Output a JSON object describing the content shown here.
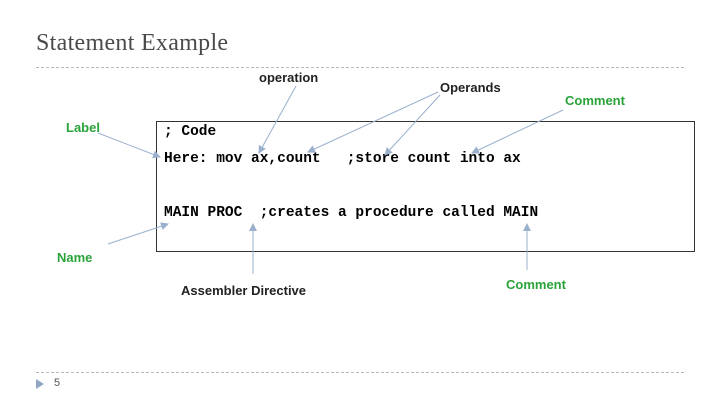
{
  "slide": {
    "title": "Statement Example",
    "page_number": "5"
  },
  "code": {
    "line1": "; Code",
    "line2": "Here: mov ax,count   ;store count into ax",
    "line3": "MAIN PROC  ;creates a procedure called MAIN"
  },
  "labels": {
    "operation": "operation",
    "operands": "Operands",
    "comment_top": "Comment",
    "label": "Label",
    "name": "Name",
    "assembler_directive": "Assembler Directive",
    "comment_bottom": "Comment"
  },
  "colors": {
    "green_label": "#2aa33a",
    "arrow": "#9ab0cc",
    "title": "#4a4a4a"
  }
}
